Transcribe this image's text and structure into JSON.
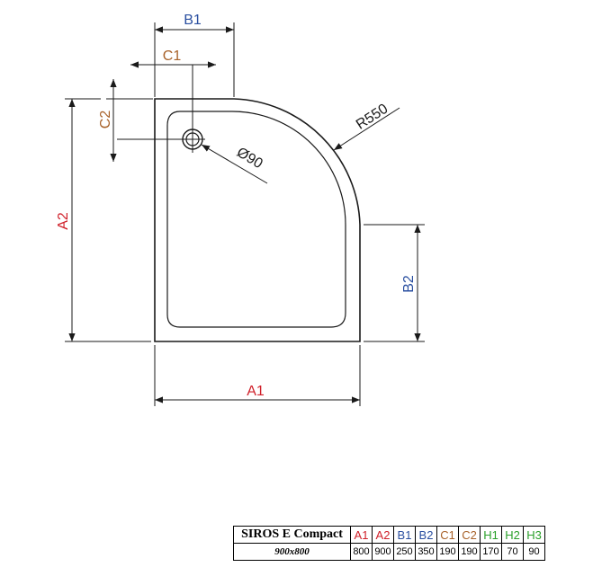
{
  "colors": {
    "A": "#d0202a",
    "B": "#2a4fa0",
    "C": "#a8622a",
    "H": "#2aa02a",
    "line": "#1a1a1a"
  },
  "labels": {
    "a1": "A1",
    "a2": "A2",
    "b1": "B1",
    "b2": "B2",
    "c1": "C1",
    "c2": "C2",
    "radius": "R550",
    "diameter": "Ø90"
  },
  "table": {
    "model": "SIROS E Compact",
    "size": "900x800",
    "headers": [
      "A1",
      "A2",
      "B1",
      "B2",
      "C1",
      "C2",
      "H1",
      "H2",
      "H3"
    ],
    "header_colors": [
      "A",
      "A",
      "B",
      "B",
      "C",
      "C",
      "H",
      "H",
      "H"
    ],
    "values": [
      "800",
      "900",
      "250",
      "350",
      "190",
      "190",
      "170",
      "70",
      "90"
    ]
  }
}
